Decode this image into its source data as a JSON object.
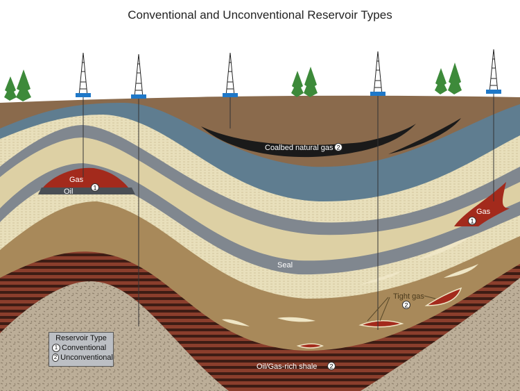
{
  "title": "Conventional and Unconventional Reservoir Types",
  "labels": {
    "gas_left": "Gas",
    "oil_left": "Oil",
    "gas_right": "Gas",
    "coalbed": "Coalbed natural gas",
    "seal": "Seal",
    "tight_gas": "Tight gas",
    "shale": "Oil/Gas-rich shale"
  },
  "markers": {
    "conventional": "1",
    "unconventional": "2"
  },
  "legend": {
    "title": "Reservoir Type",
    "items": [
      {
        "num": "1",
        "label": "Conventional"
      },
      {
        "num": "2",
        "label": "Unconventional"
      }
    ]
  },
  "colors": {
    "surface_soil": "#8a6a4c",
    "blue_layer": "#5f7d90",
    "sandstone": "#e6dcb6",
    "seal_gray": "#80878f",
    "tan_layer": "#a8895a",
    "shale": "#7a3a2a",
    "granite": "#b8aa94",
    "gas_red": "#a32a1c",
    "coal": "#1a1a1a"
  }
}
